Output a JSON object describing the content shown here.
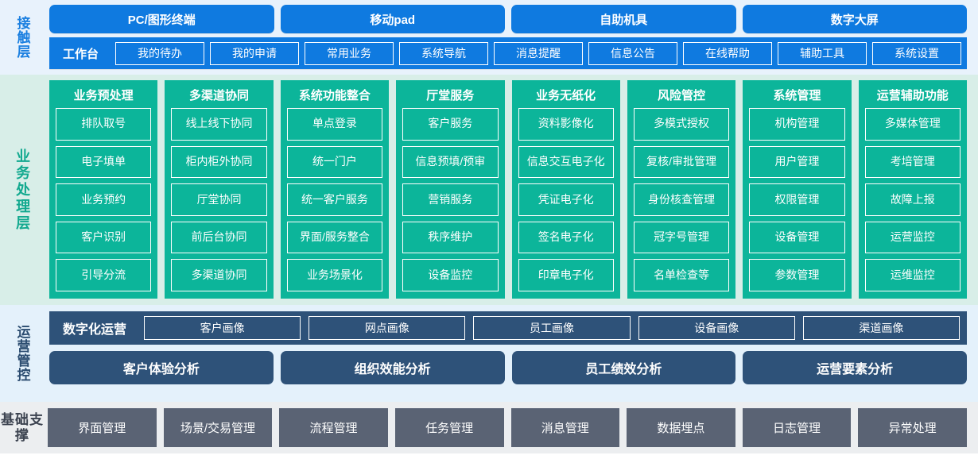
{
  "layers": {
    "contact": {
      "label": "接触层",
      "label_color": "#1a7fe0",
      "bg": "#e8f2fc",
      "accent": "#0f7ae0",
      "channels": [
        {
          "label": "PC/图形终端"
        },
        {
          "label": "移动pad"
        },
        {
          "label": "自助机具"
        },
        {
          "label": "数字大屏"
        }
      ],
      "workbench": {
        "title": "工作台",
        "chips": [
          {
            "label": "我的待办"
          },
          {
            "label": "我的申请"
          },
          {
            "label": "常用业务"
          },
          {
            "label": "系统导航"
          },
          {
            "label": "消息提醒"
          },
          {
            "label": "信息公告"
          },
          {
            "label": "在线帮助"
          },
          {
            "label": "辅助工具"
          },
          {
            "label": "系统设置"
          }
        ]
      }
    },
    "business": {
      "label": "业务处理层",
      "label_color": "#12a98f",
      "bg": "#d8eee8",
      "accent": "#0cb59a",
      "columns": [
        {
          "title": "业务预处理",
          "items": [
            {
              "label": "排队取号"
            },
            {
              "label": "电子填单"
            },
            {
              "label": "业务预约"
            },
            {
              "label": "客户识别"
            },
            {
              "label": "引导分流"
            }
          ]
        },
        {
          "title": "多渠道协同",
          "items": [
            {
              "label": "线上线下协同"
            },
            {
              "label": "柜内柜外协同"
            },
            {
              "label": "厅堂协同"
            },
            {
              "label": "前后台协同"
            },
            {
              "label": "多渠道协同"
            }
          ]
        },
        {
          "title": "系统功能整合",
          "items": [
            {
              "label": "单点登录"
            },
            {
              "label": "统一门户"
            },
            {
              "label": "统一客户服务"
            },
            {
              "label": "界面/服务整合"
            },
            {
              "label": "业务场景化"
            }
          ]
        },
        {
          "title": "厅堂服务",
          "items": [
            {
              "label": "客户服务"
            },
            {
              "label": "信息预填/预审"
            },
            {
              "label": "营销服务"
            },
            {
              "label": "秩序维护"
            },
            {
              "label": "设备监控"
            }
          ]
        },
        {
          "title": "业务无纸化",
          "items": [
            {
              "label": "资料影像化"
            },
            {
              "label": "信息交互电子化"
            },
            {
              "label": "凭证电子化"
            },
            {
              "label": "签名电子化"
            },
            {
              "label": "印章电子化"
            }
          ]
        },
        {
          "title": "风险管控",
          "items": [
            {
              "label": "多模式授权"
            },
            {
              "label": "复核/审批管理"
            },
            {
              "label": "身份核查管理"
            },
            {
              "label": "冠字号管理"
            },
            {
              "label": "名单检查等"
            }
          ]
        },
        {
          "title": "系统管理",
          "items": [
            {
              "label": "机构管理"
            },
            {
              "label": "用户管理"
            },
            {
              "label": "权限管理"
            },
            {
              "label": "设备管理"
            },
            {
              "label": "参数管理"
            }
          ]
        },
        {
          "title": "运营辅助功能",
          "items": [
            {
              "label": "多媒体管理"
            },
            {
              "label": "考培管理"
            },
            {
              "label": "故障上报"
            },
            {
              "label": "运营监控"
            },
            {
              "label": "运维监控"
            }
          ]
        }
      ]
    },
    "operations": {
      "label": "运营管控",
      "label_color": "#2b4c70",
      "bg": "#e4f1fb",
      "accent": "#2e5279",
      "portrait": {
        "title": "数字化运营",
        "chips": [
          {
            "label": "客户画像"
          },
          {
            "label": "网点画像"
          },
          {
            "label": "员工画像"
          },
          {
            "label": "设备画像"
          },
          {
            "label": "渠道画像"
          }
        ]
      },
      "analysis": [
        {
          "label": "客户体验分析"
        },
        {
          "label": "组织效能分析"
        },
        {
          "label": "员工绩效分析"
        },
        {
          "label": "运营要素分析"
        }
      ]
    },
    "base": {
      "label": "基础支撑",
      "label_color": "#3c4350",
      "bg": "#eceef0",
      "accent": "#5a6374",
      "items": [
        {
          "label": "界面管理"
        },
        {
          "label": "场景/交易管理"
        },
        {
          "label": "流程管理"
        },
        {
          "label": "任务管理"
        },
        {
          "label": "消息管理"
        },
        {
          "label": "数据埋点"
        },
        {
          "label": "日志管理"
        },
        {
          "label": "异常处理"
        }
      ]
    }
  }
}
